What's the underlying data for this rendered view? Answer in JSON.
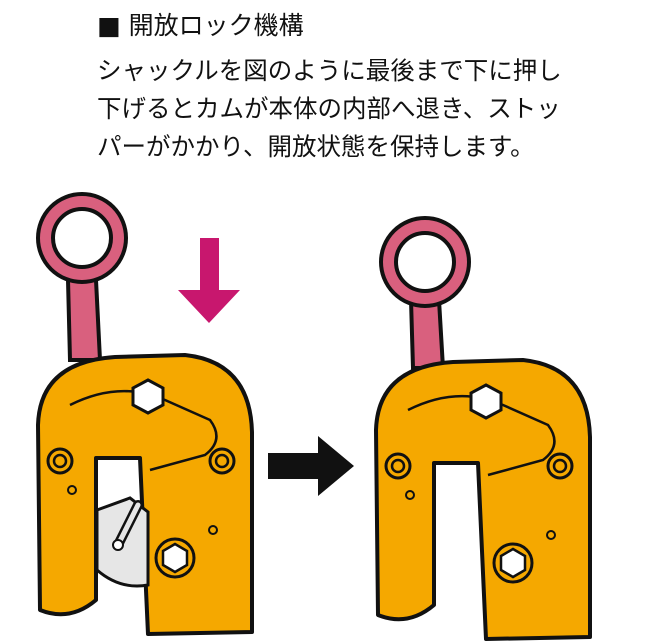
{
  "heading": {
    "bullet": "■",
    "text": "開放ロック機構"
  },
  "description": {
    "lines": [
      "シャックルを図のように最後まで下に押し",
      "下げるとカムが本体の内部へ退き、ストッ",
      "パーがかかり、開放状態を保持します。"
    ]
  },
  "colors": {
    "body": "#F5A800",
    "shackle": "#D9607E",
    "push_arrow": "#C8176E",
    "outline": "#111111",
    "cam": "#E6E6E6"
  },
  "icons": [
    "down-arrow-icon",
    "right-arrow-icon"
  ]
}
